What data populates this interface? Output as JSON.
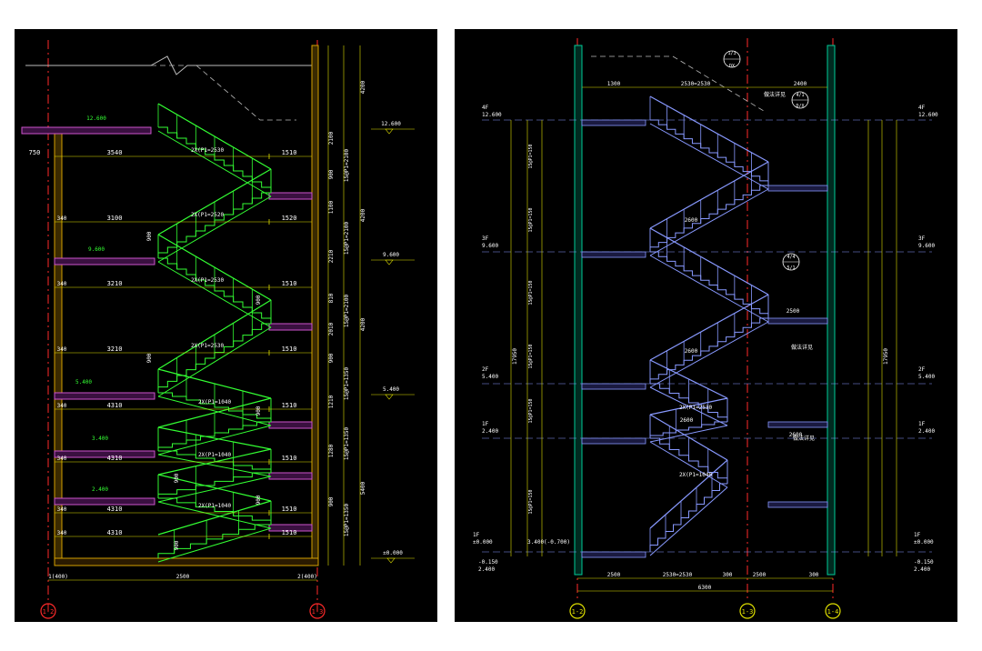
{
  "colors": {
    "background": "#000000",
    "page": "#ffffff",
    "stair_left": "#33ff33",
    "stair_right": "#8899ff",
    "slab": "#cc55cc",
    "dimension": "#e0e000",
    "grid_axis": "#ff2a2a",
    "wall": "#00cc99",
    "text": "#ffffff",
    "hidden_line": "#bbbbbb"
  },
  "left_drawing": {
    "left_spans": [
      "750",
      "3540",
      "3100",
      "3210",
      "3210",
      "4310",
      "4310",
      "4310",
      "4310"
    ],
    "left_ticks": [
      "340",
      "340",
      "340",
      "340",
      "340",
      "340",
      "340"
    ],
    "right_landings": [
      "1510",
      "1520",
      "1510",
      "1510",
      "1510",
      "1510",
      "1510",
      "1510"
    ],
    "stair_labels": [
      "2X(P1=2530",
      "2X(P1=2520",
      "2X(P1=2530",
      "2X(P1=2530",
      "2X(P1=1040",
      "2X(P1=1040",
      "2X(P1=1040"
    ],
    "rise_dims": [
      "900",
      "900",
      "900",
      "900",
      "900",
      "900",
      "900"
    ],
    "right_col_a": [
      "2100",
      "900",
      "1100",
      "2210",
      "810",
      "2010",
      "900",
      "1210",
      "1280",
      "900"
    ],
    "right_col_b": [
      "15@P1=2100",
      "15@P1=2100",
      "15@P1=2100",
      "15@P1=1350",
      "15@P1=1350",
      "15@P1=1350"
    ],
    "right_col_c": [
      "4200",
      "4200",
      "4200",
      "5400"
    ],
    "level_marks": [
      "12.600",
      "9.600",
      "5.400",
      "±0.000"
    ],
    "floor_labels": [
      "12.600",
      "9.600",
      "5.400",
      "3.400",
      "2.400"
    ],
    "bottom_dims": [
      "1(400)",
      "2500",
      "2(400)"
    ],
    "axes": [
      "1-2",
      "1-3"
    ]
  },
  "right_drawing": {
    "callouts": [
      "1/3",
      "DX",
      "4/1",
      "D/X",
      "4/4",
      "5/1"
    ],
    "notes": [
      "做法详见",
      "做法详见",
      "做法详见"
    ],
    "top_dims": [
      "1300",
      "2530=2530",
      "2400"
    ],
    "landing_dims": [
      "2600",
      "2600",
      "2600",
      "2600",
      "2500"
    ],
    "mid_labels": [
      "2X(P1=2530",
      "2X(P1=1040"
    ],
    "levels_left": [
      "4F",
      "12.600",
      "3F",
      "9.600",
      "2F",
      "5.400",
      "1F",
      "2.400",
      "1F",
      "±0.000",
      "3.400(-0.700)",
      "-0.150",
      "2.400"
    ],
    "levels_right": [
      "4F",
      "12.600",
      "3F",
      "9.600",
      "2F",
      "5.400",
      "1F",
      "2.400",
      "1F",
      "±0.000",
      "-0.150",
      "2.400"
    ],
    "left_col": [
      "15@P1=150",
      "15@P1=150",
      "15@P1=150",
      "15@P1=150",
      "15@P1=150",
      "15@P1=150"
    ],
    "total_heights": [
      "17950",
      "17950"
    ],
    "bottom_dims": [
      "2500",
      "2530=2530",
      "300",
      "2500",
      "300",
      "6300"
    ],
    "axes": [
      "1-2",
      "1-3",
      "1-4"
    ]
  }
}
